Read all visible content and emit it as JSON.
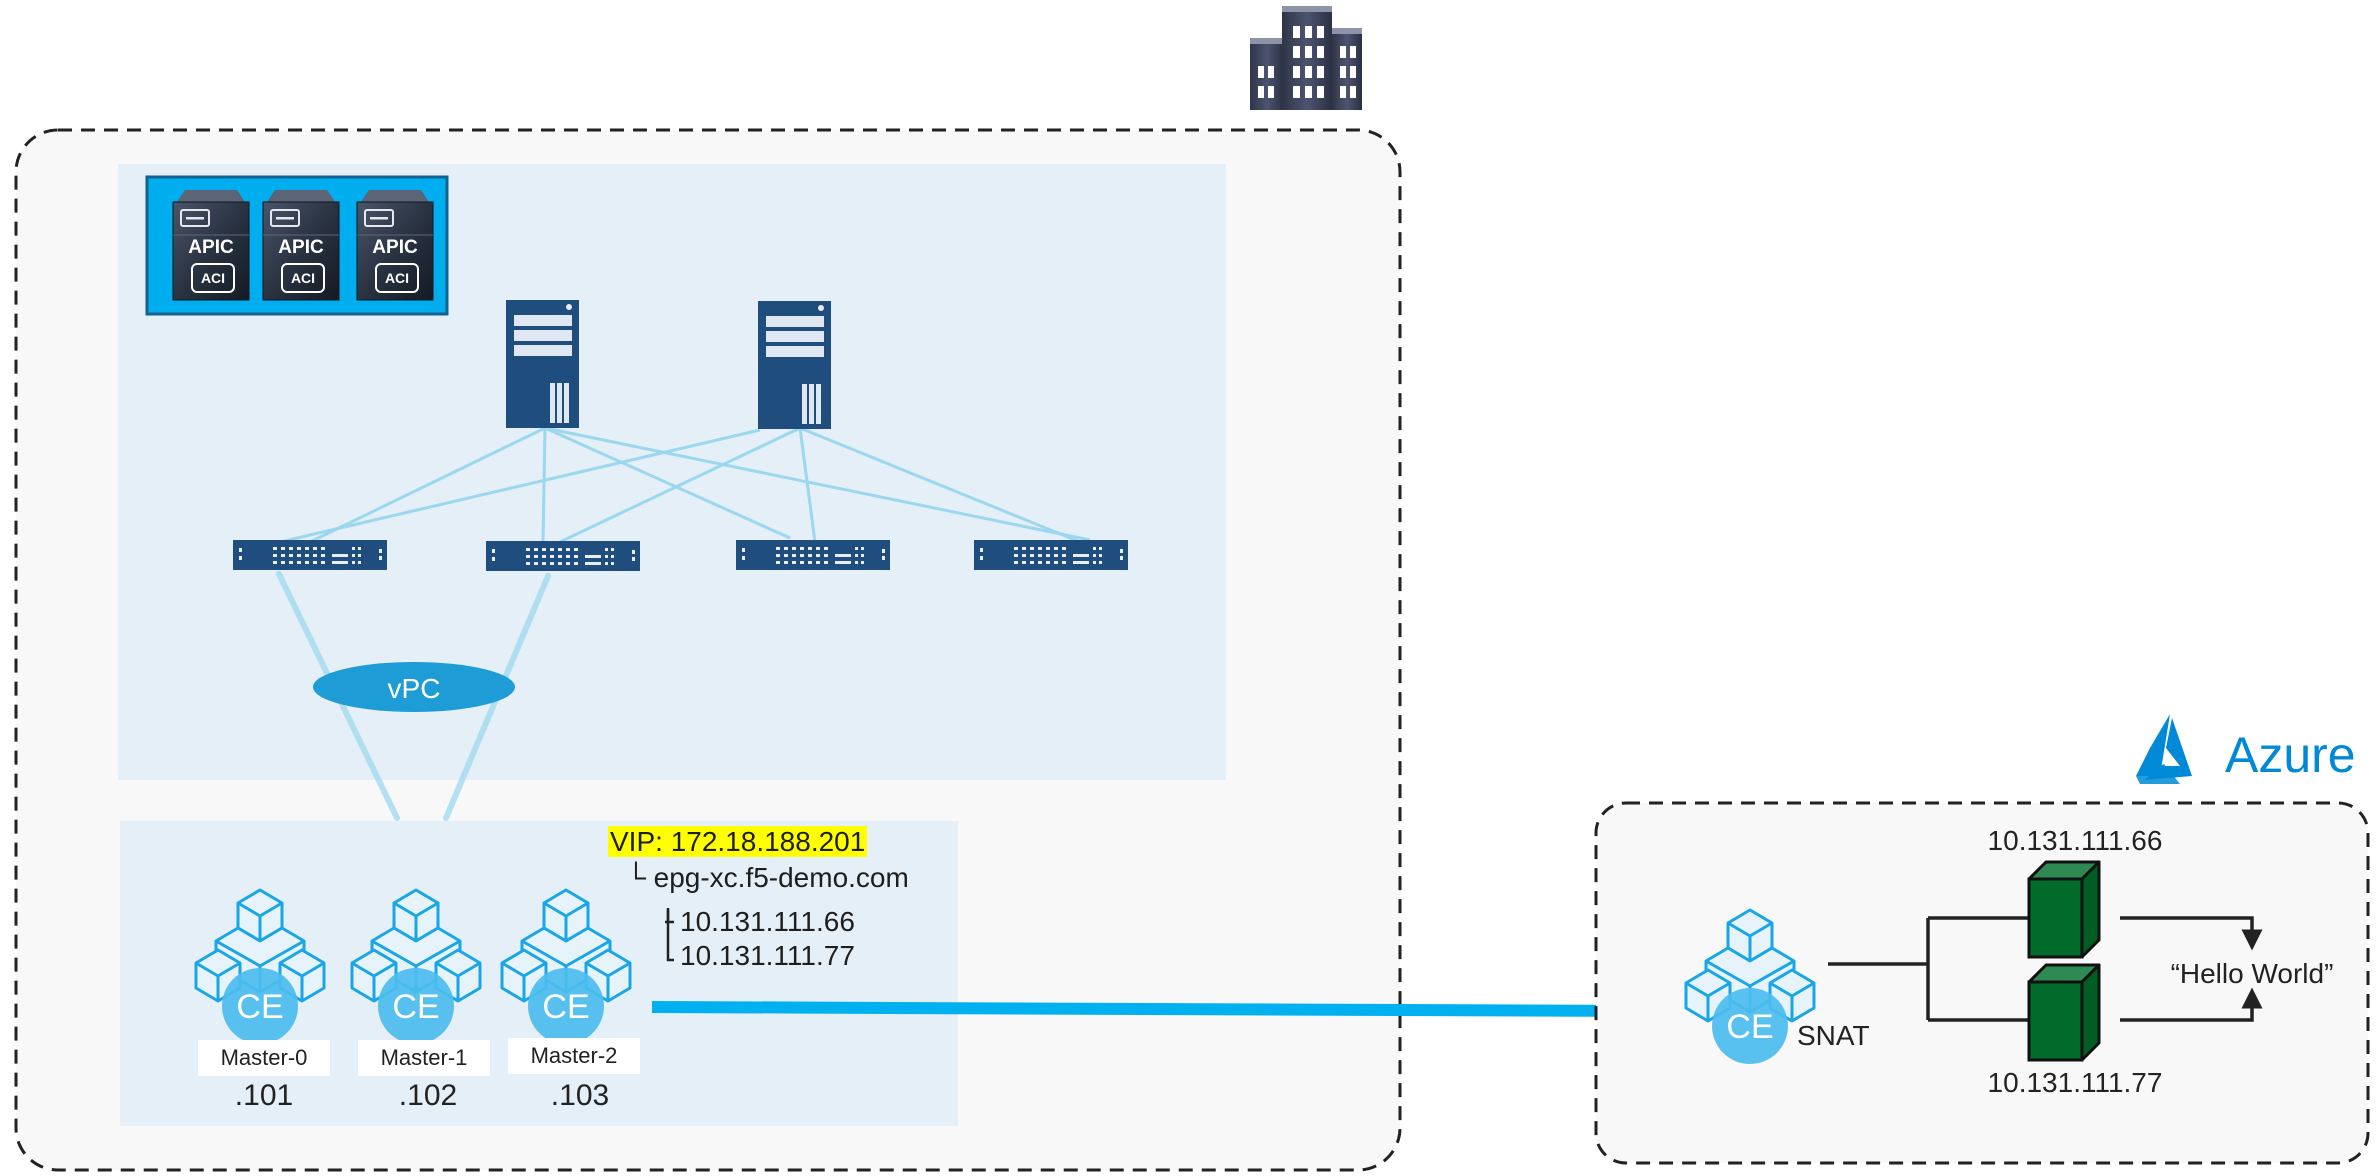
{
  "onprem": {
    "building_icon": "building-icon",
    "apic_cluster": [
      {
        "title": "APIC",
        "badge": "ACI"
      },
      {
        "title": "APIC",
        "badge": "ACI"
      },
      {
        "title": "APIC",
        "badge": "ACI"
      }
    ],
    "spines": [
      "spine-1",
      "spine-2"
    ],
    "leaves": [
      "leaf-1",
      "leaf-2",
      "leaf-3",
      "leaf-4"
    ],
    "vpc_label": "vPC",
    "vip_label": "VIP: 172.18.188.201",
    "dns_record": "└ epg-xc.f5-demo.com",
    "resolved_ips": [
      "10.131.111.66",
      "10.131.111.77"
    ],
    "ce_nodes": [
      {
        "badge": "CE",
        "name": "Master-0",
        "octet": ".101"
      },
      {
        "badge": "CE",
        "name": "Master-1",
        "octet": ".102"
      },
      {
        "badge": "CE",
        "name": "Master-2",
        "octet": ".103"
      }
    ]
  },
  "azure": {
    "logo_text": "Azure",
    "ce_badge": "CE",
    "snat_label": "SNAT",
    "servers": [
      {
        "ip": "10.131.111.66"
      },
      {
        "ip": "10.131.111.77"
      }
    ],
    "response_text": "“Hello World”"
  },
  "colors": {
    "accent_blue": "#00b0ef",
    "vpc_blue": "#1d9cd6",
    "device_navy": "#1f4e7e",
    "ce_circle": "#4cbcee",
    "server_green": "#006b2b",
    "vip_highlight": "#ffff00",
    "fabric_bg": "#e4eff7",
    "site_bg": "#f8f8f8",
    "azure_blue": "#0089d6"
  }
}
